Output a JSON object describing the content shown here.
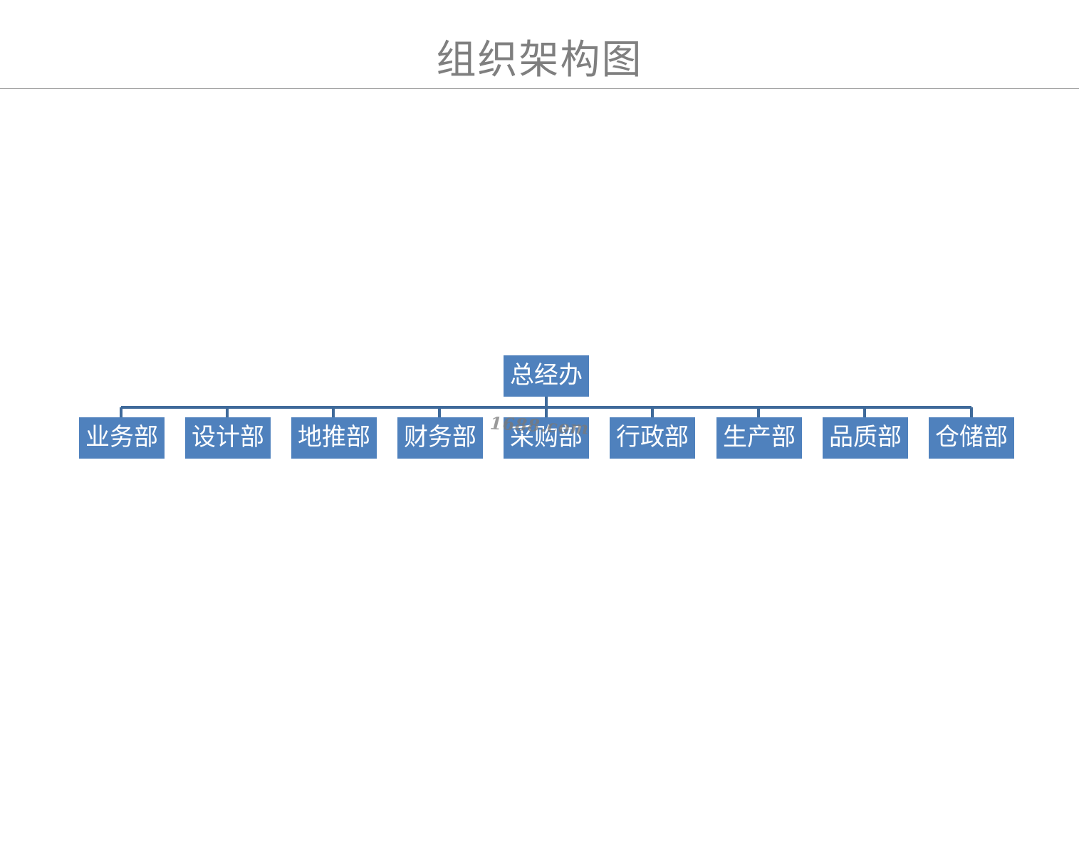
{
  "title": "组织架构图",
  "colors": {
    "node_fill": "#4f81bd",
    "node_text": "#ffffff",
    "connector": "#3f6a9a",
    "title_text": "#7f7f7f"
  },
  "org": {
    "root": {
      "label": "总经办"
    },
    "children": [
      {
        "label": "业务部"
      },
      {
        "label": "设计部"
      },
      {
        "label": "地推部"
      },
      {
        "label": "财务部"
      },
      {
        "label": "采购部"
      },
      {
        "label": "行政部"
      },
      {
        "label": "生产部"
      },
      {
        "label": "品质部"
      },
      {
        "label": "仓储部"
      }
    ]
  },
  "watermark": "1688.com"
}
